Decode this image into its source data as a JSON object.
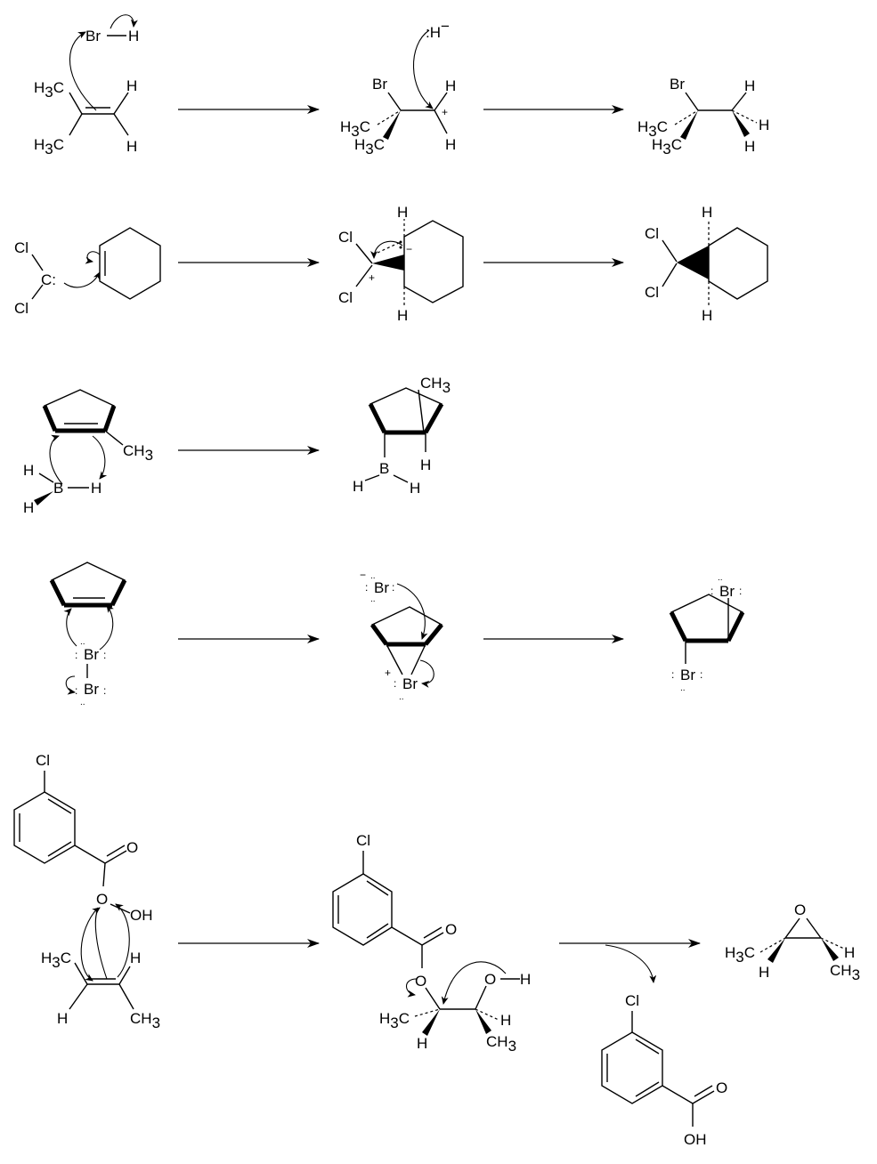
{
  "labels": {
    "br": "Br",
    "h": "H",
    "hminus": "H",
    "minus": "−",
    "plus": "+",
    "h3c": "H",
    "three": "3",
    "c": "C",
    "cl": "Cl",
    "c_colon": "C",
    "ch": "CH",
    "b": "B",
    "o": "O",
    "oh": "OH"
  }
}
